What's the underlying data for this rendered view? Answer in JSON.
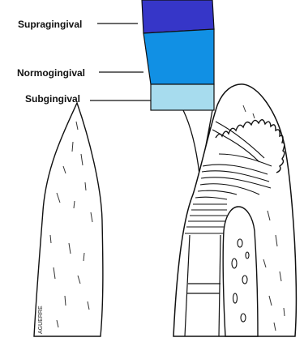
{
  "labels": {
    "supragingival": "Supragingival",
    "normogingival": "Normogingival",
    "subgingival": "Subgingival"
  },
  "signature": "AGUERRE",
  "colors": {
    "supragingival": "#3636c8",
    "normogingival": "#1190e4",
    "subgingival": "#a7dcee",
    "outline": "#111111",
    "background": "#ffffff"
  }
}
